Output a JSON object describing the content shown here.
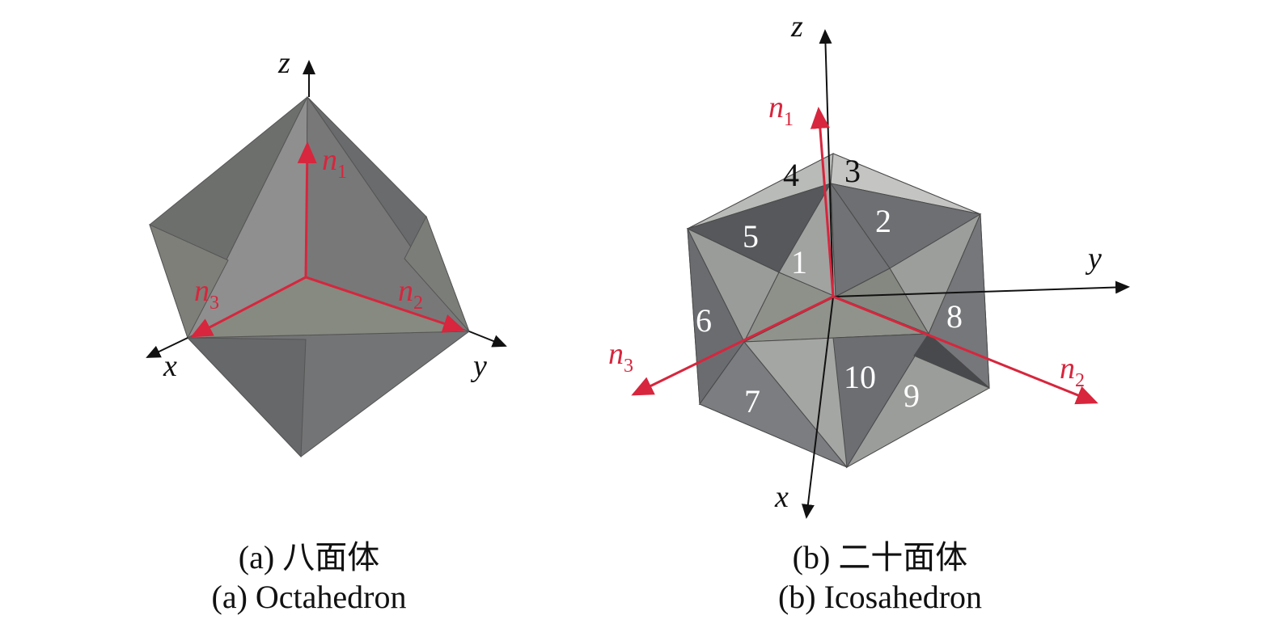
{
  "panel_a": {
    "axes": {
      "x": "x",
      "y": "y",
      "z": "z"
    },
    "normals": [
      {
        "n": "n",
        "sub": "1"
      },
      {
        "n": "n",
        "sub": "2"
      },
      {
        "n": "n",
        "sub": "3"
      }
    ],
    "caption_cn": "(a) 八面体",
    "caption_en": "(a) Octahedron"
  },
  "panel_b": {
    "axes": {
      "x": "x",
      "y": "y",
      "z": "z"
    },
    "normals": [
      {
        "n": "n",
        "sub": "1"
      },
      {
        "n": "n",
        "sub": "2"
      },
      {
        "n": "n",
        "sub": "3"
      }
    ],
    "face_labels": [
      "1",
      "2",
      "3",
      "4",
      "5",
      "6",
      "7",
      "8",
      "9",
      "10"
    ],
    "caption_cn": "(b) 二十面体",
    "caption_en": "(b) Icosahedron"
  },
  "colors": {
    "normal": "#d7263d",
    "axis": "#111111"
  }
}
